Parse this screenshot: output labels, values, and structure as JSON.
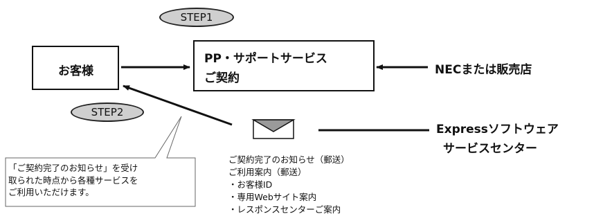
{
  "step1": "STEP1",
  "step2": "STEP2",
  "customer": "お客様",
  "contract_box": {
    "line1": "PP・サポートサービス",
    "line2": "ご契約"
  },
  "nec": "NECまたは販売店",
  "express": {
    "line1": "Expressソフトウェア",
    "line2": "サービスセンター"
  },
  "mail_items": {
    "line1": "ご契約完了のお知らせ（郵送）",
    "line2": "ご利用案内（郵送）",
    "line3": "・お客様ID",
    "line4": "・専用Webサイト案内",
    "line5": "・レスポンスセンターご案内"
  },
  "callout": {
    "line1": "「ご契約完了のお知らせ」を受け",
    "line2": "取られた時点から各種サービスを",
    "line3": "ご利用いただけます。"
  },
  "icons": {
    "envelope": "envelope-icon"
  }
}
